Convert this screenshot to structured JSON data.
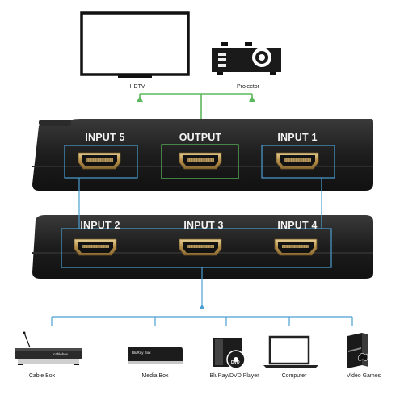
{
  "labels": {
    "hdtv": "HDTV",
    "projector": "Projector",
    "cable_box": "Cable Box",
    "media_box": "Media Box",
    "bluray_player": "BluRay/DVD Player",
    "computer": "Computer",
    "video_games": "Video Games",
    "cable_box_brand": "cablebox",
    "media_box_brand": "BluRay Box"
  },
  "ports": {
    "input5": "INPUT 5",
    "output": "OUTPUT",
    "input1": "INPUT 1",
    "input2": "INPUT 2",
    "input3": "INPUT 3",
    "input4": "INPUT 4"
  },
  "colors": {
    "output_line": "#5cb85c",
    "input_line": "#4a9fd3",
    "device_body": "#1f1f1f",
    "hdmi_gold": "#c8a862"
  },
  "icons": {
    "hdtv": "tv-icon",
    "projector": "projector-icon",
    "cable_box": "cable-box-icon",
    "media_box": "media-box-icon",
    "bluray": "bluray-player-icon",
    "computer": "laptop-icon",
    "video_games": "game-console-icon"
  }
}
